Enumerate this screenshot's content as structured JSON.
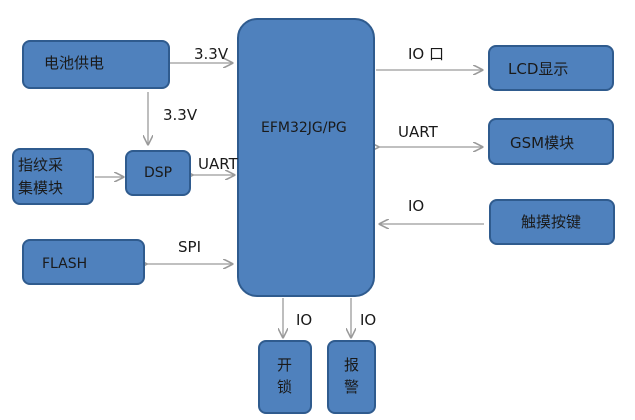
{
  "blocks": {
    "power": "电池供电",
    "fingerprint_line1": "指纹采",
    "fingerprint_line2": "集模块",
    "dsp": "DSP",
    "flash": "FLASH",
    "mcu": "EFM32JG/PG",
    "lcd": "LCD显示",
    "gsm": "GSM模块",
    "touch": "触摸按键",
    "unlock_line1": "开",
    "unlock_line2": "锁",
    "alarm_line1": "报",
    "alarm_line2": "警"
  },
  "links": {
    "power_to_mcu": "3.3V",
    "power_to_dsp": "3.3V",
    "dsp_uart": "UART",
    "flash_spi": "SPI",
    "lcd_io": "IO 口",
    "gsm_uart": "UART",
    "touch_io": "IO",
    "unlock_io": "IO",
    "alarm_io": "IO"
  },
  "colors": {
    "block_fill": "#4f81bd",
    "block_border": "#2f5b8e",
    "arrow": "#9a9a9a"
  }
}
